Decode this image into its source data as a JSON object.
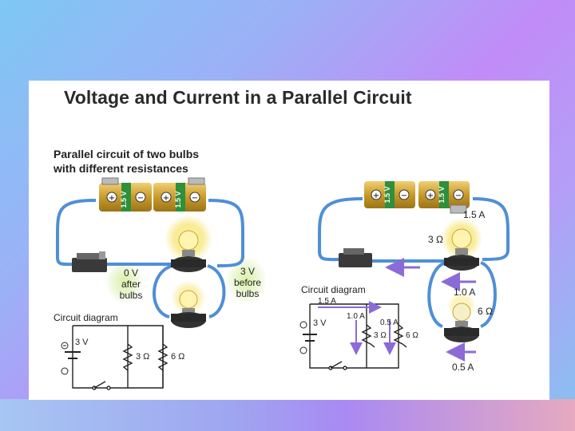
{
  "title": "Voltage and Current in a Parallel Circuit",
  "left_circuit": {
    "subtitle_line1": "Parallel circuit of two bulbs",
    "subtitle_line2": "with different resistances",
    "battery1_label": "1.5 V",
    "battery2_label": "1.5 V",
    "after_voltage": "0 V",
    "after_text1": "after",
    "after_text2": "bulbs",
    "before_voltage": "3 V",
    "before_text1": "before",
    "before_text2": "bulbs",
    "diagram_title": "Circuit diagram",
    "diagram_voltage": "3 V",
    "diagram_r1": "3 Ω",
    "diagram_r2": "6 Ω"
  },
  "right_circuit": {
    "battery1_label": "1.5 V",
    "battery2_label": "1.5 V",
    "total_current": "1.5 A",
    "r1": "3 Ω",
    "current_r1": "1.0 A",
    "r2": "6 Ω",
    "current_r2": "0.5 A",
    "diagram_title": "Circuit diagram",
    "diagram_total": "1.5 A",
    "diagram_voltage": "3 V",
    "diagram_i1": "1.0 A",
    "diagram_i2": "0.5 A",
    "diagram_r1": "3 Ω",
    "diagram_r2": "6 Ω"
  },
  "colors": {
    "wire": "#4f8fd6",
    "battery_gold": "#d9a935",
    "battery_band": "#2f8f3a",
    "arrow": "#8b6bd8",
    "glow_yellow": "#f5e36b",
    "glow_green": "#c5e58a"
  }
}
